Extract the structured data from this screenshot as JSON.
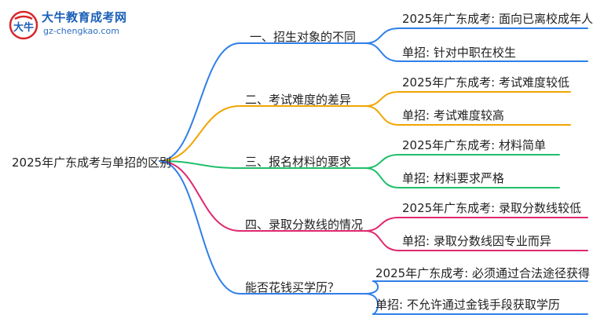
{
  "logo": {
    "name": "大牛教育成考网",
    "url": "gz-chengkao.com",
    "mark_text": "大牛",
    "color_red": "#d7262b",
    "color_blue": "#1b5fb8"
  },
  "root": "2025年广东成考与单招的区别",
  "branches": [
    {
      "label": "一、招生对象的不同",
      "color": "#2f7fe8",
      "leaves": [
        "2025年广东成考: 面向已离校成年人",
        "单招: 针对中职在校生"
      ]
    },
    {
      "label": "二、考试难度的差异",
      "color": "#f0a500",
      "leaves": [
        "2025年广东成考: 考试难度较低",
        "单招: 考试难度较高"
      ]
    },
    {
      "label": "三、报名材料的要求",
      "color": "#1fbf6b",
      "leaves": [
        "2025年广东成考: 材料简单",
        "单招: 材料要求严格"
      ]
    },
    {
      "label": "四、录取分数线的情况",
      "color": "#e0286f",
      "leaves": [
        "2025年广东成考: 录取分数线较低",
        "单招: 录取分数线因专业而异"
      ]
    },
    {
      "label": "能否花钱买学历？",
      "color": "#2f7fe8",
      "leaves": [
        "2025年广东成考: 必须通过合法途径获得",
        "单招: 不允许通过金钱手段获取学历"
      ]
    }
  ]
}
